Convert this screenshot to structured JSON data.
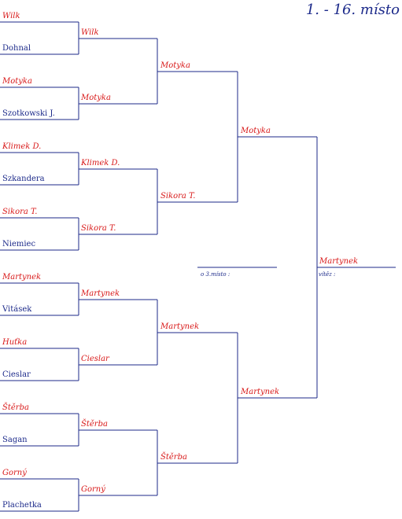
{
  "title": "1. - 16. místo",
  "bracket": {
    "round1": [
      {
        "top": "Wilk",
        "bottom": "Dohnal"
      },
      {
        "top": "Motyka",
        "bottom": "Szotkowski J."
      },
      {
        "top": "Klimek D.",
        "bottom": "Szkandera"
      },
      {
        "top": "Sikora T.",
        "bottom": "Niemiec"
      },
      {
        "top": "Martynek",
        "bottom": "Vitásek"
      },
      {
        "top": "Huťka",
        "bottom": "Cieslar"
      },
      {
        "top": "Štěrba",
        "bottom": "Sagan"
      },
      {
        "top": "Gorný",
        "bottom": "Plachetka"
      }
    ],
    "round2": [
      "Wilk",
      "Motyka",
      "Klimek D.",
      "Sikora T.",
      "Martynek",
      "Cieslar",
      "Štěrba",
      "Gorný"
    ],
    "round3": [
      "Motyka",
      "Sikora T.",
      "Martynek",
      "Štěrba"
    ],
    "round4": [
      "Motyka",
      "Martynek"
    ],
    "winner": "Martynek",
    "winner_caption": "vítěz :",
    "third_place_caption": "o 3.místo :"
  },
  "colors": {
    "line": "#1c2a8a",
    "advancing": "#d81818",
    "name": "#1c2a8a"
  }
}
